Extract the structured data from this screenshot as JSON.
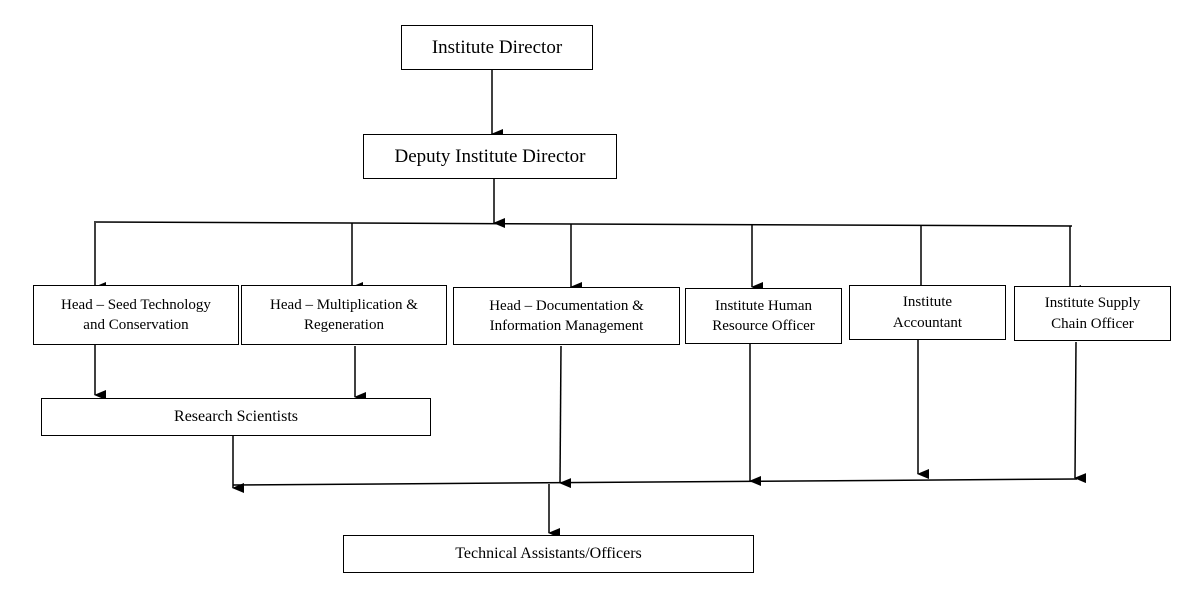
{
  "director": "Institute Director",
  "deputy": "Deputy Institute Director",
  "heads": [
    {
      "line1": "Head – Seed Technology",
      "line2": "and Conservation"
    },
    {
      "line1": "Head – Multiplication &",
      "line2": "Regeneration"
    },
    {
      "line1": "Head – Documentation &",
      "line2": "Information Management"
    },
    {
      "line1": "Institute Human",
      "line2": "Resource Officer"
    },
    {
      "line1": "Institute",
      "line2": "Accountant"
    },
    {
      "line1": "Institute Supply",
      "line2": "Chain Officer"
    }
  ],
  "research": "Research Scientists",
  "technical": "Technical Assistants/Officers"
}
